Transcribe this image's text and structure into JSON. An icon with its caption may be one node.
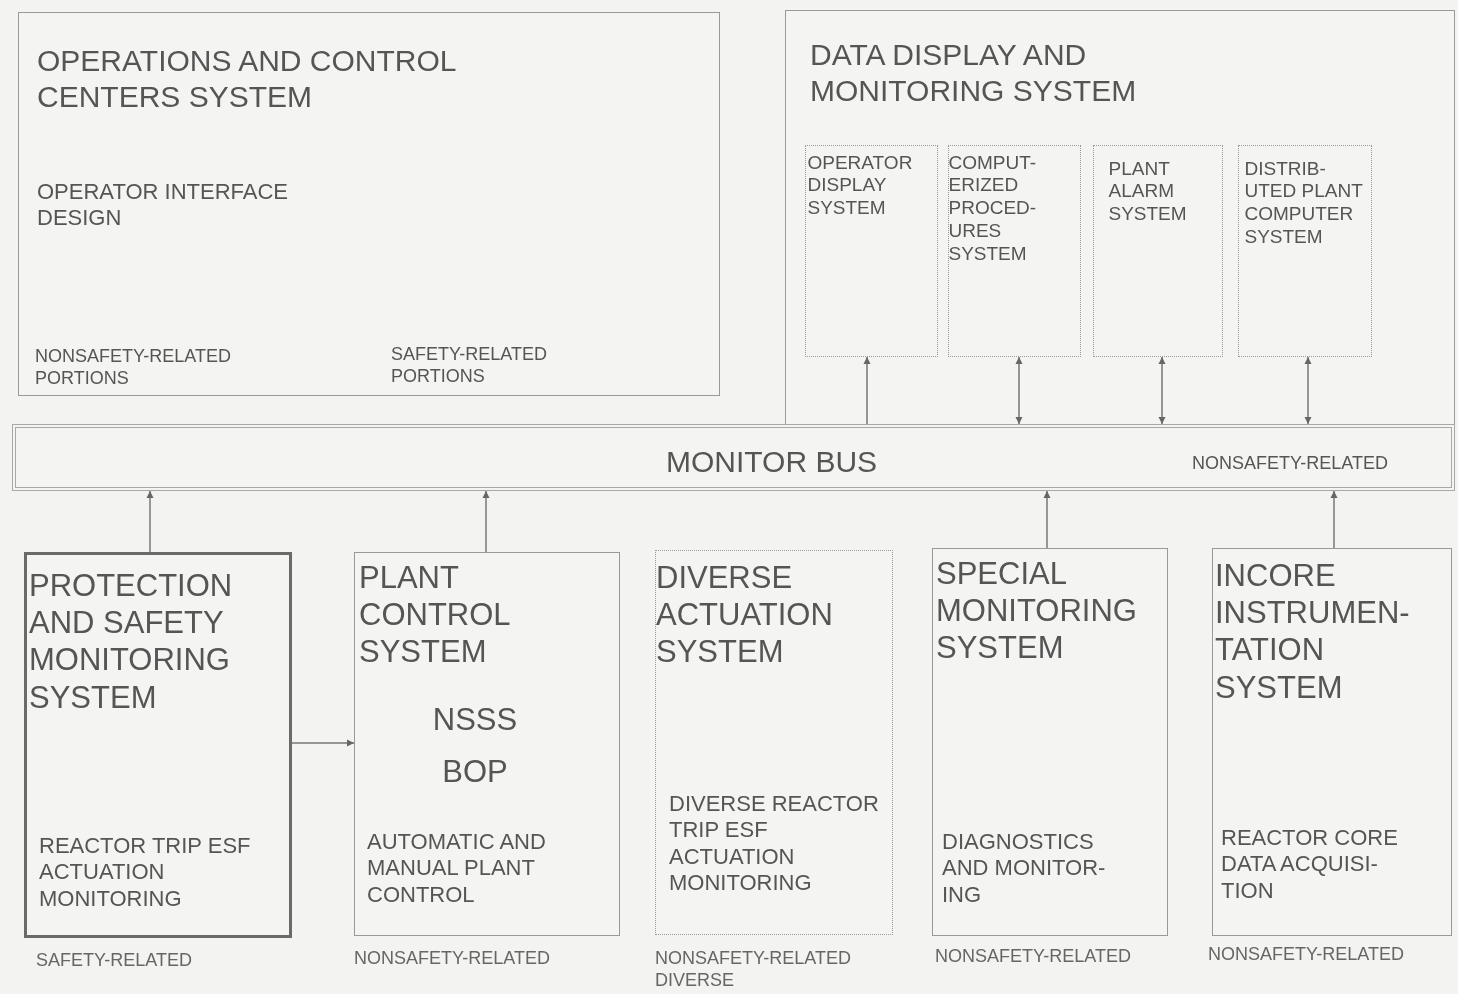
{
  "diagram": {
    "nodes": [
      {
        "text": [
          "OPERATIONS AND CONTROL CENTERS SYSTEM",
          "OPERATOR INTERFACE DESIGN",
          "NONSAFETY-RELATED PORTIONS",
          "SAFETY-RELATED PORTIONS"
        ]
      },
      {
        "text": [
          "DATA DISPLAY AND MONITORING SYSTEM"
        ]
      },
      {
        "text": [
          "OPERATOR DISPLAY SYSTEM"
        ],
        "in": 1
      },
      {
        "text": [
          "COMPUT- ERIZED PROCED- URES SYSTEM"
        ],
        "in": 1
      },
      {
        "text": [
          "PLANT ALARM SYSTEM"
        ],
        "in": 1
      },
      {
        "text": [
          "DISTRIB- UTED PLANT COMPUTER SYSTEM"
        ],
        "in": 1
      },
      {
        "text": [
          "MONITOR BUS",
          "NONSAFETY-RELATED"
        ]
      },
      {
        "text": [
          "PROTECTION AND SAFETY MONITORING SYSTEM",
          "REACTOR TRIP ESF ACTUATION MONITORING"
        ],
        "beside": [
          "SAFETY-RELATED"
        ]
      },
      {
        "text": [
          "PLANT CONTROL SYSTEM",
          "NSSS",
          "BOP",
          "AUTOMATIC AND MANUAL PLANT CONTROL"
        ],
        "beside": [
          "NONSAFETY-RELATED"
        ]
      },
      {
        "text": [
          "DIVERSE ACTUATION SYSTEM",
          "DIVERSE REACTOR TRIP ESF ACTUATION MONITORING"
        ],
        "beside": [
          "NONSAFETY-RELATED DIVERSE"
        ]
      },
      {
        "text": [
          "SPECIAL MONITORING SYSTEM",
          "DIAGNOSTICS AND MONITOR- ING"
        ],
        "beside": [
          "NONSAFETY-RELATED"
        ]
      },
      {
        "text": [
          "INCORE INSTRUMEN- TATION SYSTEM",
          "REACTOR CORE DATA ACQUISI- TION"
        ],
        "beside": [
          "NONSAFETY-RELATED"
        ]
      }
    ],
    "edges": [
      {
        "from": 6,
        "to": 2,
        "arrow": "to"
      },
      {
        "from": 6,
        "to": 3,
        "arrow": "both"
      },
      {
        "from": 6,
        "to": 4,
        "arrow": "both"
      },
      {
        "from": 6,
        "to": 5,
        "arrow": "both"
      },
      {
        "from": 7,
        "to": 6,
        "arrow": "to"
      },
      {
        "from": 8,
        "to": 6,
        "arrow": "to"
      },
      {
        "from": 10,
        "to": 6,
        "arrow": "to"
      },
      {
        "from": 11,
        "to": 6,
        "arrow": "to"
      },
      {
        "from": 7,
        "to": 8,
        "arrow": "to"
      }
    ]
  }
}
